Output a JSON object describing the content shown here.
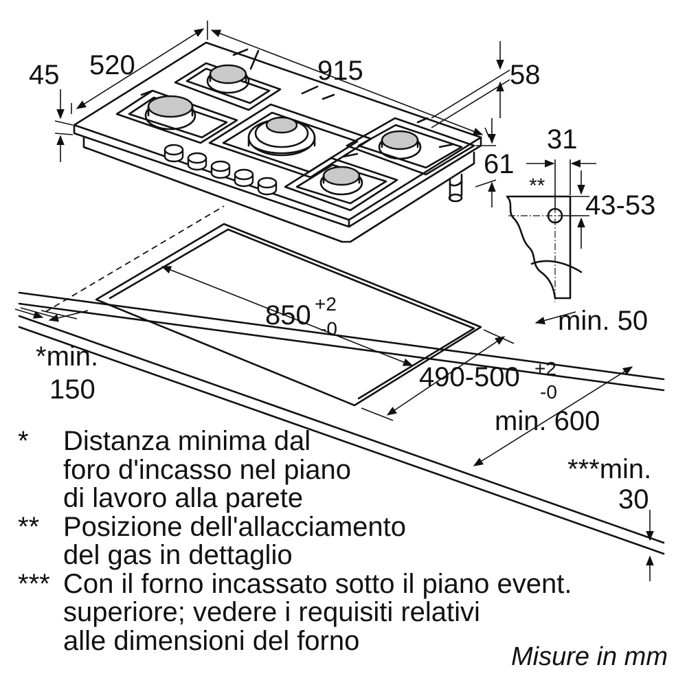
{
  "dimensions": {
    "width_total": "520",
    "depth_total": "915",
    "height_glass": "45",
    "height_right": "58",
    "height_base": "61",
    "gas_offset_x": "31",
    "gas_offset_y": "43-53",
    "gas_marker": "**",
    "cutout_width": "850",
    "cutout_width_tol_plus": "+2",
    "cutout_width_tol_minus": "-0",
    "cutout_depth": "490-500",
    "cutout_depth_tol_plus": "+2",
    "cutout_depth_tol_minus": "-0",
    "min_back": "min. 50",
    "min_front": "min. 600",
    "min_wall_line1": "*min.",
    "min_wall_line2": "150",
    "min_oven_line1": "***min.",
    "min_oven_line2": "30"
  },
  "notes": [
    {
      "marker": "*",
      "text": "Distanza minima dal\nforo d'incasso nel piano\ndi lavoro alla parete"
    },
    {
      "marker": "**",
      "text": "Posizione dell'allacciamento\ndel gas in dettaglio"
    },
    {
      "marker": "***",
      "text": "Con il forno incassato sotto il piano event.\nsuperiore; vedere i requisiti relativi\nalle dimensioni del forno"
    }
  ],
  "units_label": "Misure in mm"
}
